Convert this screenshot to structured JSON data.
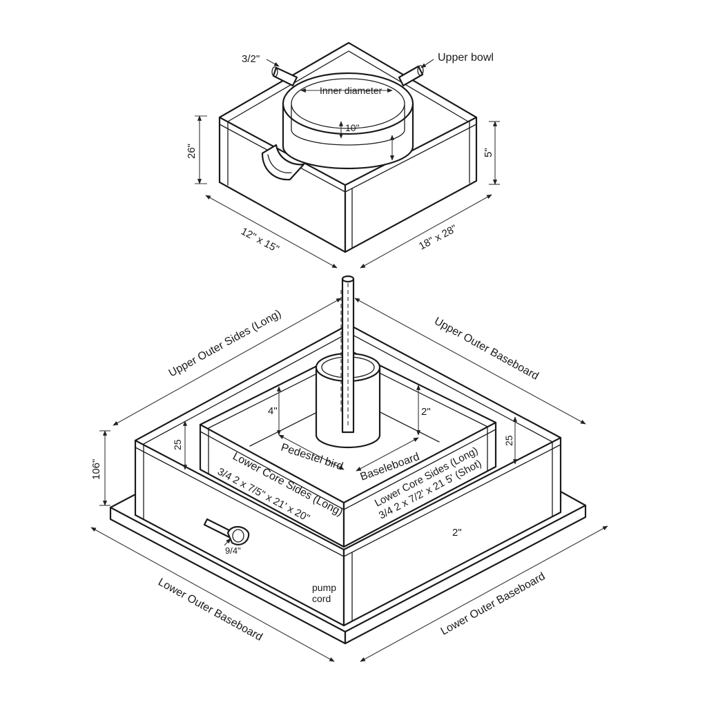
{
  "labels": {
    "pipe_top_left": "3/2\"",
    "upper_bowl": "Upper bowl",
    "inner_diameter": "Inner diameter",
    "depth_10": "10\"",
    "height_left": "26\"",
    "height_right": "5\"",
    "dim_left_top": "12\" x 15\"",
    "dim_right_top": "18\" x 28\"",
    "upper_outer_sides": "Upper Outer Sides (Long)",
    "upper_outer_baseboard": "Upper Outer Baseboard",
    "post_4": "4\"",
    "post_2": "2\"",
    "inner_25_left": "25",
    "inner_25_right": "25",
    "height_106": "106\"",
    "pedestal": "Pedestel bird",
    "baseboard": "Baseleboard",
    "lower_core_left_1": "Lower Core Sides (Long)",
    "lower_core_left_2": "3/4 2 x 7/5\" x 21' x 20\"",
    "lower_core_right_1": "Lower Core Sides (Long)",
    "lower_core_right_2": "3/4 2 x 7/2' x 21 5' (Shot)",
    "pipe_bottom": "9/4\"",
    "base_2": "2\"",
    "pump_1": "pump",
    "pump_2": "cord",
    "lower_outer_left": "Lower Outer Baseboard",
    "lower_outer_right": "Lower Outer Baseboard"
  }
}
